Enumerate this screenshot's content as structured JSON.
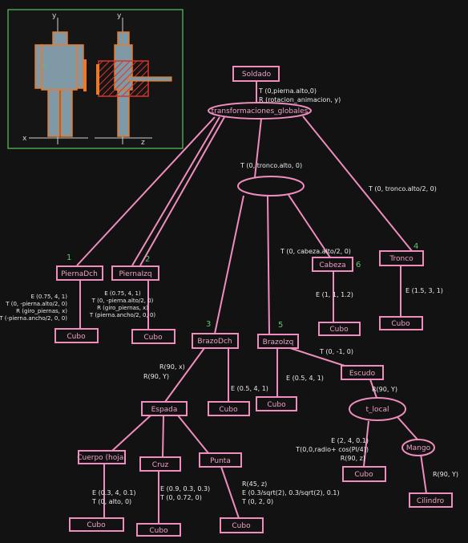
{
  "colors": {
    "background": "#121212",
    "node_stroke": "#f08cbe",
    "node_text": "#f0a0c8",
    "edge": "#f08cbe",
    "label_text": "#ececec",
    "number_text": "#5ec46e",
    "inset_border": "#4caf50",
    "figure_fill": "#7f9aa6",
    "figure_stroke": "#e87a2a",
    "figure_hatch": "#d9352a"
  },
  "inset": {
    "front_axis_y": "y",
    "front_axis_x": "x",
    "side_axis_y": "y",
    "side_axis_z": "z"
  },
  "nodes": {
    "soldado": "Soldado",
    "transformaciones_globales": "transformaciones_globales",
    "tronco_group": "",
    "pierna_dch": "PiernaDch",
    "pierna_izq": "PiernaIzq",
    "cubo_pd": "Cubo",
    "cubo_pi": "Cubo",
    "brazo_dch": "BrazoDch",
    "brazo_izq": "BrazoIzq",
    "cabeza": "Cabeza",
    "tronco": "Tronco",
    "cubo_cab": "Cubo",
    "cubo_tr": "Cubo",
    "cubo_bd": "Cubo",
    "cubo_bi": "Cubo",
    "espada": "Espada",
    "escudo": "Escudo",
    "t_local": "t_local",
    "cubo_esc": "Cubo",
    "mango": "Mango",
    "cilindro": "Cilindro",
    "cuerpo_hoja": "Cuerpo (hoja)",
    "cruz": "Cruz",
    "punta": "Punta",
    "cubo_hoja": "Cubo",
    "cubo_cruz": "Cubo",
    "cubo_punta": "Cubo"
  },
  "numbers": {
    "n1": "1",
    "n2": "2",
    "n3": "3",
    "n4": "4",
    "n5": "5",
    "n6": "6"
  },
  "labels": {
    "soldado_t": "T (0,pierna.alto,0)",
    "soldado_r": "R (rotacion_animacion, y)",
    "tronco_group_t": "T (0, tronco.alto, 0)",
    "tronco_t": "T (0, tronco.alto/2, 0)",
    "cabeza_t": "T (0, cabeza.alto/2, 0)",
    "cabeza_e": "E (1, 1, 1.2)",
    "tronco_e": "E (1.5, 3, 1)",
    "pd_1": "E (0.75, 4, 1)",
    "pd_2": "T (0, -pierna.alto/2, 0)",
    "pd_3": "R (giro_piernas, x)",
    "pd_4": "T (-pierna.ancho/2, 0, 0)",
    "pi_1": "E (0.75, 4, 1)",
    "pi_2": "T (0, -pierna.alto/2, 0)",
    "pi_3": "R (giro_piernas, x)",
    "pi_4": "T (pierna.ancho/2, 0, 0)",
    "bd_rx": "R(90, x)",
    "bd_ry": "R(90, Y)",
    "bd_e": "E (0.5, 4, 1)",
    "bi_e": "E (0.5, 4, 1)",
    "bi_t": "T (0, -1, 0)",
    "esc_r": "R(90, Y)",
    "esc_1": "E (2, 4, 0.1)",
    "esc_2": "T(0,0,radio+ cos(PI/4))",
    "esc_3": "R(90, z)",
    "mango_r": "R(90, Y)",
    "hoja_e": "E (0.3, 4, 0.1)",
    "hoja_t": "T (0, alto, 0)",
    "cruz_e": "E (0.9, 0.3, 0.3)",
    "cruz_t": "T (0, 0.72, 0)",
    "punta_r": "R(45, z)",
    "punta_e": "E (0.3/sqrt(2), 0.3/sqrt(2), 0.1)",
    "punta_t": "T (0, 2, 0)"
  }
}
